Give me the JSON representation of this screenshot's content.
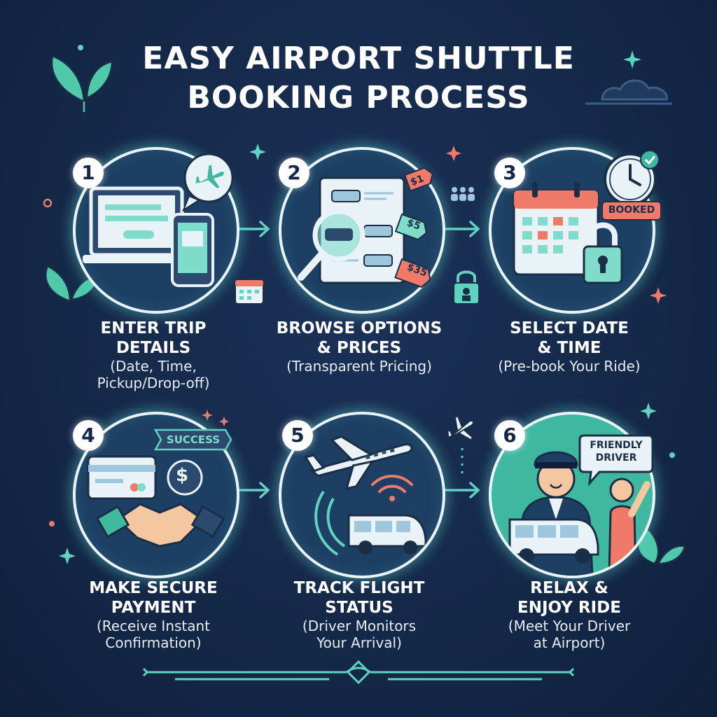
{
  "title": {
    "line1": "EASY AIRPORT SHUTTLE",
    "line2": "BOOKING PROCESS"
  },
  "steps": [
    {
      "number": "1",
      "head_line1": "ENTER TRIP",
      "head_line2": "DETAILS",
      "sub_line1": "(Date, Time,",
      "sub_line2": "Pickup/Drop-off)"
    },
    {
      "number": "2",
      "head_line1": "BROWSE OPTIONS",
      "head_line2": "& PRICES",
      "sub_line1": "(Transparent Pricing)",
      "sub_line2": ""
    },
    {
      "number": "3",
      "head_line1": "SELECT DATE",
      "head_line2": "& TIME",
      "sub_line1": "(Pre-book Your Ride)",
      "sub_line2": ""
    },
    {
      "number": "4",
      "head_line1": "MAKE SECURE",
      "head_line2": "PAYMENT",
      "sub_line1": "(Receive Instant",
      "sub_line2": "Confirmation)"
    },
    {
      "number": "5",
      "head_line1": "TRACK FLIGHT",
      "head_line2": "STATUS",
      "sub_line1": "(Driver Monitors",
      "sub_line2": "Your Arrival)"
    },
    {
      "number": "6",
      "head_line1": "RELAX &",
      "head_line2": "ENJOY RIDE",
      "sub_line1": "(Meet Your Driver",
      "sub_line2": "at Airport)"
    }
  ],
  "badges": {
    "booked": "BOOKED",
    "success": "SUCCESS",
    "friendly_line1": "FRIENDLY",
    "friendly_line2": "DRIVER",
    "price1": "$1",
    "price2": "$5",
    "price3": "$35",
    "dollar": "$"
  },
  "icons": [
    "plane-icon",
    "laptop-icon",
    "phone-icon",
    "magnifier-icon",
    "price-tag-icon",
    "calendar-icon",
    "clock-icon",
    "lock-icon",
    "credit-card-icon",
    "handshake-icon",
    "airplane-icon",
    "van-icon",
    "driver-icon",
    "leaf-icon",
    "sparkle-icon",
    "arrow-icon"
  ],
  "colors": {
    "background": "#15284a",
    "accent_teal": "#5fd3c0",
    "accent_coral": "#f07a6a",
    "circle_fill": "#1d3f63",
    "circle_fill_teal": "#3fb8a0",
    "text": "#ffffff"
  }
}
